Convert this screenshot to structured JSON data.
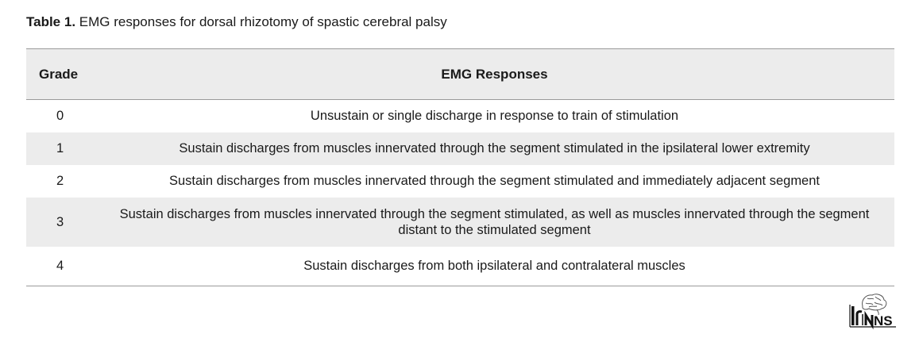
{
  "caption": {
    "label": "Table 1.",
    "text": "EMG responses for dorsal rhizotomy of spastic cerebral palsy"
  },
  "table": {
    "headers": [
      "Grade",
      "EMG Responses"
    ],
    "rows": [
      {
        "grade": "0",
        "response": "Unsustain or single discharge in response to train of stimulation"
      },
      {
        "grade": "1",
        "response": "Sustain discharges from muscles innervated through the segment stimulated in the ipsilateral lower extremity"
      },
      {
        "grade": "2",
        "response": "Sustain discharges from muscles innervated through the segment stimulated and immediately adjacent segment"
      },
      {
        "grade": "3",
        "response": "Sustain discharges from muscles innervated through the segment stimulated, as well as muscles innervated through the segment distant to the stimulated segment"
      },
      {
        "grade": "4",
        "response": "Sustain discharges from both ipsilateral and contralateral muscles"
      }
    ]
  },
  "logo": {
    "icon": "brain-logo-icon",
    "text": "NS"
  },
  "colors": {
    "header_bg": "#ececec",
    "row_shade": "#ececec",
    "rule": "#9a9a9a"
  }
}
